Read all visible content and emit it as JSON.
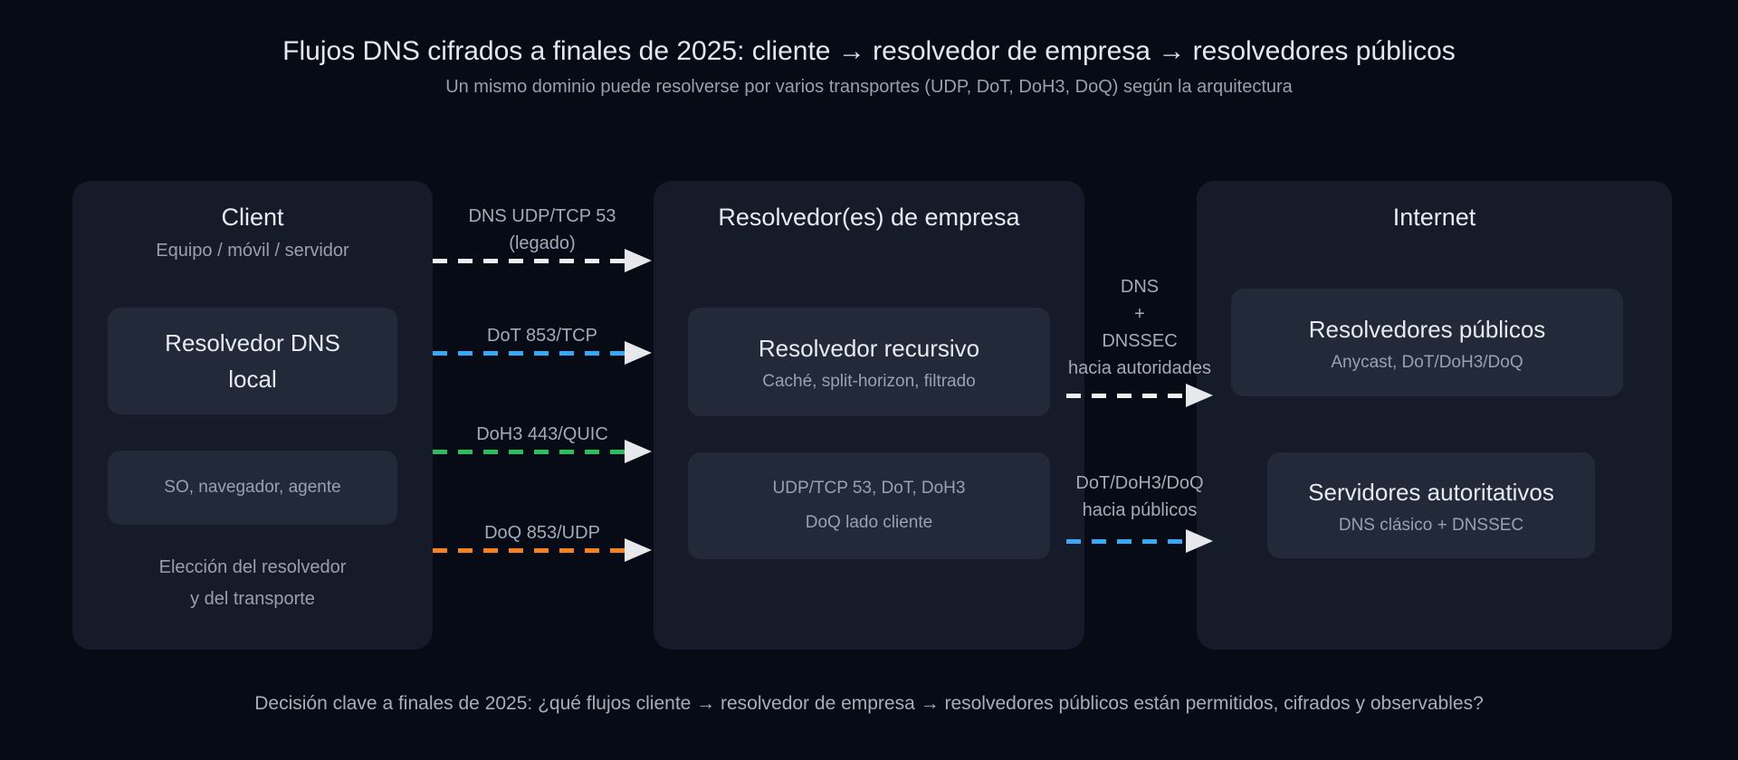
{
  "page": {
    "title": "Flujos DNS cifrados a finales de 2025: cliente → resolvedor de empresa → resolvedores públicos",
    "subtitle": "Un mismo dominio puede resolverse por varios transportes (UDP, DoT, DoH3, DoQ) según la arquitectura",
    "footer": "Decisión clave a finales de 2025: ¿qué flujos cliente → resolvedor de empresa → resolvedores públicos están permitidos, cifrados y observables?"
  },
  "colors": {
    "background": "#070b15",
    "panel": "#151b29",
    "card": "#222a39",
    "flow_white": "#eef0f3",
    "flow_blue": "#3aa7f2",
    "flow_green": "#2cbe5e",
    "flow_orange": "#f6821f"
  },
  "client": {
    "title": "Client",
    "subtitle": "Equipo / móvil / servidor",
    "local_resolver_card": "Resolvedor DNS\nlocal",
    "os_card": "SO, navegador, agente",
    "note": "Elección del resolvedor\ny del transporte"
  },
  "enterprise": {
    "title": "Resolvedor(es) de empresa",
    "recursive_card": {
      "title": "Resolvedor recursivo",
      "subtitle": "Caché, split-horizon, filtrado"
    },
    "transports_card": "UDP/TCP 53, DoT, DoH3\nDoQ lado cliente"
  },
  "internet": {
    "title": "Internet",
    "public_card": {
      "title": "Resolvedores públicos",
      "subtitle": "Anycast, DoT/DoH3/DoQ"
    },
    "authoritative_card": {
      "title": "Servidores autoritativos",
      "subtitle": "DNS clásico + DNSSEC"
    }
  },
  "flows_client_to_enterprise": [
    {
      "label": "DNS UDP/TCP 53\n(legado)",
      "color": "#eef0f3"
    },
    {
      "label": "DoT 853/TCP",
      "color": "#3aa7f2"
    },
    {
      "label": "DoH3 443/QUIC",
      "color": "#2cbe5e"
    },
    {
      "label": "DoQ 853/UDP",
      "color": "#f6821f"
    }
  ],
  "flows_enterprise_to_internet": [
    {
      "label": "DNS\n+\nDNSSEC\nhacia autoridades",
      "color": "#eef0f3"
    },
    {
      "label": "DoT/DoH3/DoQ\nhacia públicos",
      "color": "#3aa7f2"
    }
  ]
}
